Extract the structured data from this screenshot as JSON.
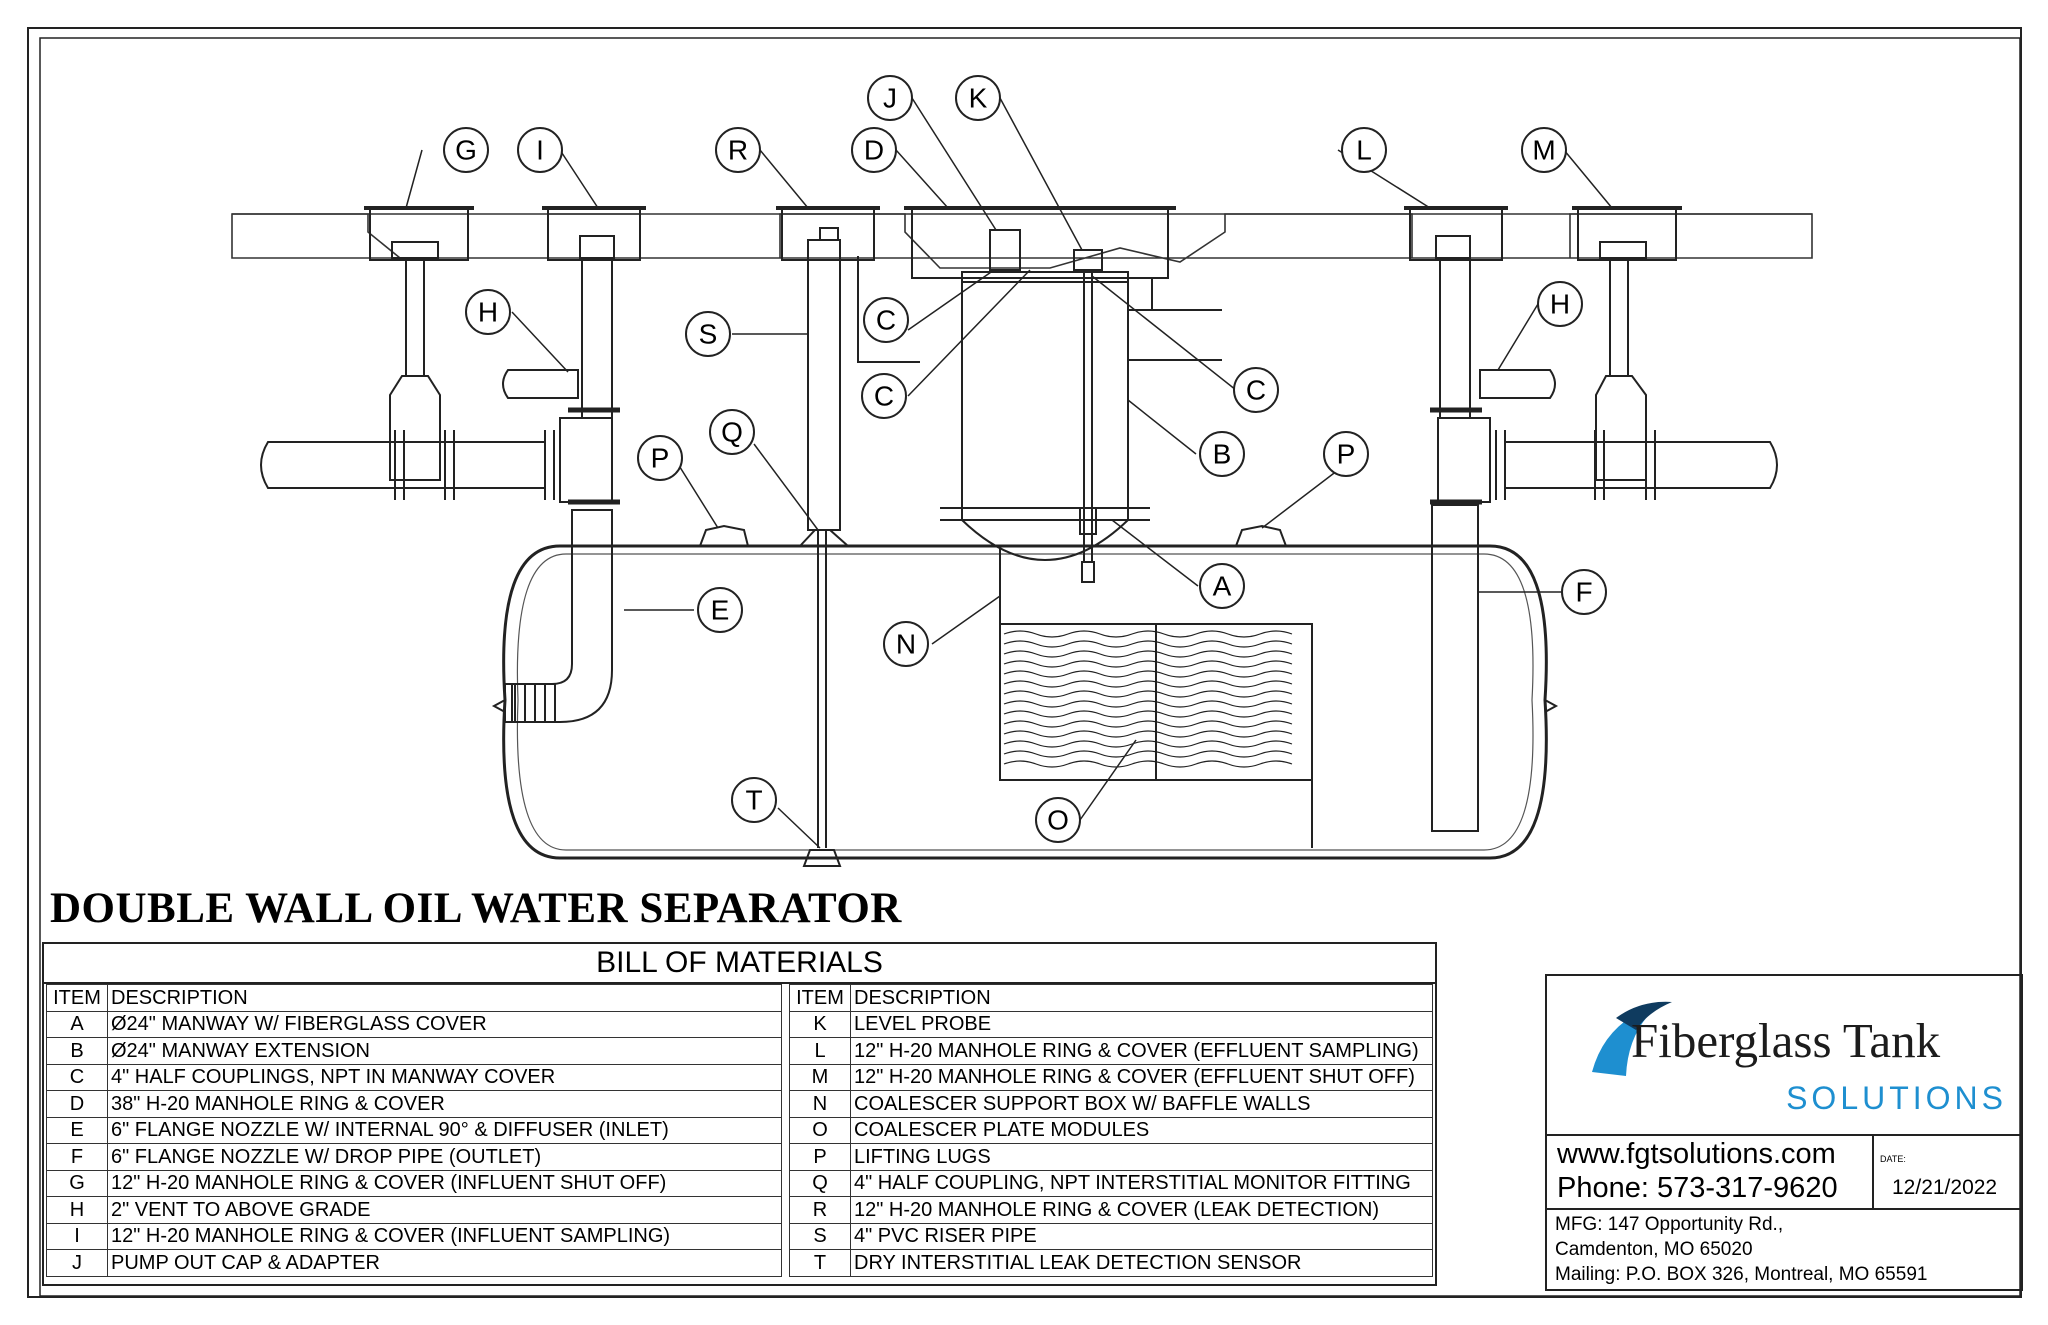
{
  "title": "DOUBLE WALL OIL WATER SEPARATOR",
  "callouts": [
    "A",
    "B",
    "C",
    "D",
    "E",
    "F",
    "G",
    "H",
    "I",
    "J",
    "K",
    "L",
    "M",
    "N",
    "O",
    "P",
    "Q",
    "R",
    "S",
    "T"
  ],
  "bom": {
    "heading": "BILL OF MATERIALS",
    "col_item": "ITEM",
    "col_desc": "DESCRIPTION",
    "left_rows": [
      {
        "item": "A",
        "desc": "Ø24\" MANWAY W/ FIBERGLASS COVER"
      },
      {
        "item": "B",
        "desc": "Ø24\" MANWAY EXTENSION"
      },
      {
        "item": "C",
        "desc": "4\" HALF COUPLINGS, NPT IN MANWAY COVER"
      },
      {
        "item": "D",
        "desc": "38\" H-20 MANHOLE RING & COVER"
      },
      {
        "item": "E",
        "desc": "6\" FLANGE NOZZLE W/ INTERNAL 90° & DIFFUSER (INLET)"
      },
      {
        "item": "F",
        "desc": "6\" FLANGE NOZZLE W/ DROP PIPE (OUTLET)"
      },
      {
        "item": "G",
        "desc": "12\" H-20 MANHOLE RING & COVER (INFLUENT SHUT OFF)"
      },
      {
        "item": "H",
        "desc": "2\" VENT TO ABOVE GRADE"
      },
      {
        "item": "I",
        "desc": "12\" H-20 MANHOLE RING & COVER (INFLUENT SAMPLING)"
      },
      {
        "item": "J",
        "desc": "PUMP OUT CAP & ADAPTER"
      }
    ],
    "right_rows": [
      {
        "item": "K",
        "desc": "LEVEL PROBE"
      },
      {
        "item": "L",
        "desc": "12\" H-20 MANHOLE RING & COVER (EFFLUENT SAMPLING)"
      },
      {
        "item": "M",
        "desc": "12\" H-20 MANHOLE RING & COVER (EFFLUENT SHUT OFF)"
      },
      {
        "item": "N",
        "desc": "COALESCER SUPPORT BOX W/ BAFFLE WALLS"
      },
      {
        "item": "O",
        "desc": "COALESCER PLATE MODULES"
      },
      {
        "item": "P",
        "desc": "LIFTING LUGS"
      },
      {
        "item": "Q",
        "desc": "4\" HALF COUPLING, NPT INTERSTITIAL MONITOR FITTING"
      },
      {
        "item": "R",
        "desc": "12\" H-20 MANHOLE RING & COVER (LEAK DETECTION)"
      },
      {
        "item": "S",
        "desc": "4\" PVC RISER PIPE"
      },
      {
        "item": "T",
        "desc": "DRY INTERSTITIAL LEAK DETECTION SENSOR"
      }
    ]
  },
  "titleblock": {
    "logo_main": "Fiberglass Tank",
    "logo_sub": "SOLUTIONS",
    "website": "www.fgtsolutions.com",
    "phone": "Phone: 573-317-9620",
    "date_label": "DATE:",
    "date": "12/21/2022",
    "address_1": "MFG: 147 Opportunity Rd.,",
    "address_2": "Camdenton, MO 65020",
    "address_3": "Mailing: P.O. BOX 326, Montreal, MO 65591",
    "logo_color": "#1e8fd0"
  }
}
